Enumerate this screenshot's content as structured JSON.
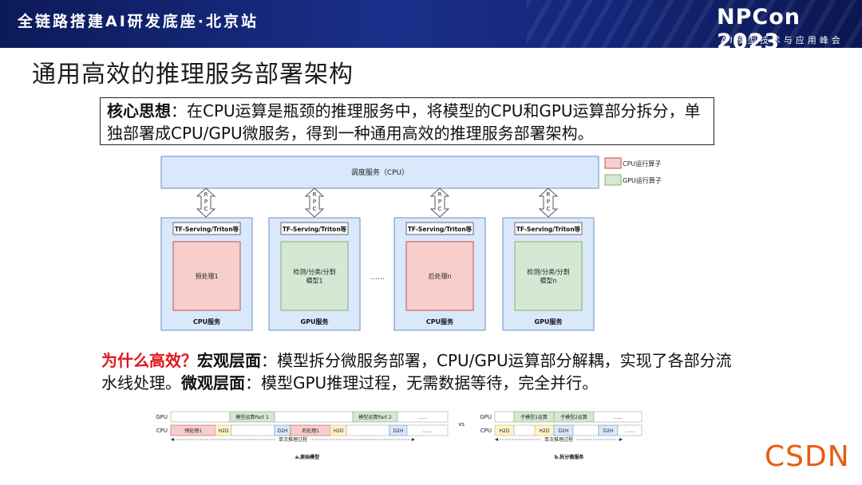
{
  "header": {
    "event_title": "全链路搭建AI研发底座·北京站",
    "logo_text": "NPCon 2023",
    "logo_sub": "AI模型技术与应用峰会"
  },
  "slide": {
    "title": "通用高效的推理服务部署架构",
    "core": {
      "label": "核心思想",
      "text": "：在CPU运算是瓶颈的推理服务中，将模型的CPU和GPU运算部分拆分，单独部署成CPU/GPU微服务，得到一种通用高效的推理服务部署架构。"
    },
    "why": {
      "question": "为什么高效？",
      "macro_label": "宏观层面",
      "macro_text": "：模型拆分微服务部署，CPU/GPU运算部分解耦，实现了各部分流水线处理。",
      "micro_label": "微观层面",
      "micro_text": "：模型GPU推理过程，无需数据等待，完全并行。"
    }
  },
  "architecture": {
    "scheduler": "调度服务（CPU）",
    "rpc_letters": [
      "R",
      "P",
      "C"
    ],
    "legend": [
      {
        "label": "CPU运行算子",
        "color": "#f8cecc"
      },
      {
        "label": "GPU运行算子",
        "color": "#d5e8d4"
      }
    ],
    "ellipsis": "......",
    "services": [
      {
        "header": "TF-Serving/Triton等",
        "inner": [
          "预处理1"
        ],
        "footer": "CPU服务",
        "kind": "cpu"
      },
      {
        "header": "TF-Serving/Triton等",
        "inner": [
          "检测/分类/分割",
          "模型1"
        ],
        "footer": "GPU服务",
        "kind": "gpu"
      },
      {
        "header": "TF-Serving/Triton等",
        "inner": [
          "后处理n"
        ],
        "footer": "CPU服务",
        "kind": "cpu"
      },
      {
        "header": "TF-Serving/Triton等",
        "inner": [
          "检测/分类/分割",
          "模型n"
        ],
        "footer": "GPU服务",
        "kind": "gpu"
      }
    ]
  },
  "timeline": {
    "vs": "vs",
    "left": {
      "caption": "a.原始模型",
      "span_label": "单次推理过程",
      "rows": [
        {
          "label": "GPU",
          "cells": [
            {
              "text": "",
              "kind": "empty"
            },
            {
              "text": "模型运算Part 1",
              "kind": "gpu"
            },
            {
              "text": "",
              "kind": "empty"
            },
            {
              "text": "模型运算Part 2",
              "kind": "gpu"
            },
            {
              "text": "......",
              "kind": "empty"
            }
          ]
        },
        {
          "label": "CPU",
          "cells": [
            {
              "text": "预处理1",
              "kind": "cpu"
            },
            {
              "text": "H2D",
              "kind": "h2d"
            },
            {
              "text": "",
              "kind": "empty"
            },
            {
              "text": "D2H",
              "kind": "d2h"
            },
            {
              "text": "后处理1",
              "kind": "cpu"
            },
            {
              "text": "H2D",
              "kind": "h2d"
            },
            {
              "text": "",
              "kind": "empty"
            },
            {
              "text": "D2H",
              "kind": "d2h"
            },
            {
              "text": "......",
              "kind": "empty"
            }
          ]
        }
      ]
    },
    "right": {
      "caption": "b.拆分微服务",
      "span_label": "单次推理过程",
      "rows": [
        {
          "label": "GPU",
          "cells": [
            {
              "text": "",
              "kind": "empty"
            },
            {
              "text": "子模型1运算",
              "kind": "gpu"
            },
            {
              "text": "子模型2运算",
              "kind": "gpu"
            },
            {
              "text": "......",
              "kind": "empty"
            }
          ]
        },
        {
          "label": "CPU",
          "cells": [
            {
              "text": "H2D",
              "kind": "h2d"
            },
            {
              "text": "",
              "kind": "empty"
            },
            {
              "text": "H2D",
              "kind": "h2d"
            },
            {
              "text": "D2H",
              "kind": "d2h"
            },
            {
              "text": "",
              "kind": "empty"
            },
            {
              "text": "D2H",
              "kind": "d2h"
            },
            {
              "text": "......",
              "kind": "empty"
            }
          ]
        }
      ]
    }
  },
  "footer": {
    "logo": "CSDN"
  },
  "colors": {
    "cpu_fill": "#f8cecc",
    "cpu_stroke": "#b85450",
    "gpu_fill": "#d5e8d4",
    "gpu_stroke": "#82b366",
    "service_fill": "#dae8fc",
    "service_stroke": "#6c8ebf",
    "h2d_fill": "#fff2cc",
    "d2h_fill": "#dae8fc"
  }
}
